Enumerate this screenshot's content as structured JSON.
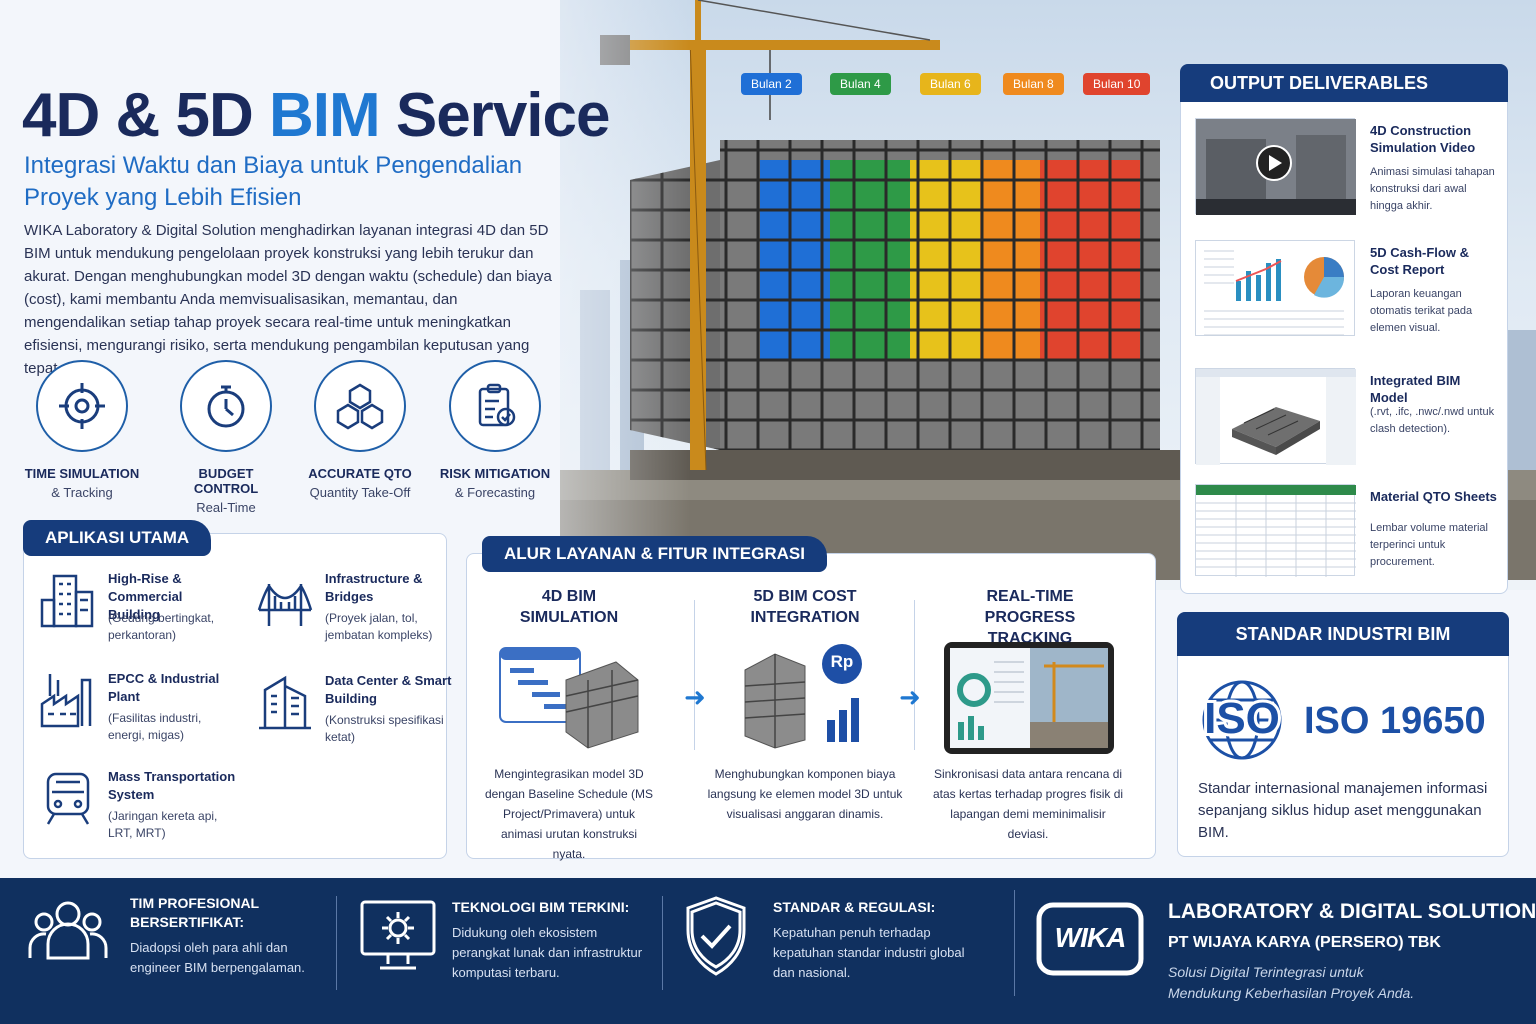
{
  "title": {
    "part1": "4D & 5D ",
    "accent": "BIM",
    "part2": " Service"
  },
  "subtitle": "Integrasi Waktu dan Biaya untuk Pengendalian Proyek yang Lebih Efisien",
  "intro": "WIKA Laboratory & Digital Solution menghadirkan layanan integrasi 4D dan 5D BIM untuk mendukung pengelolaan proyek konstruksi yang lebih terukur dan akurat. Dengan menghubungkan model 3D dengan waktu (schedule) dan biaya (cost), kami membantu Anda memvisualisasikan, memantau, dan mengendalikan setiap tahap proyek secara real-time untuk meningkatkan efisiensi, mengurangi risiko, serta mendukung pengambilan keputusan yang tepat.",
  "features": [
    {
      "title": "TIME SIMULATION",
      "sub": "& Tracking",
      "icon": "target-icon"
    },
    {
      "title": "BUDGET CONTROL",
      "sub": "Real-Time",
      "icon": "stopwatch-icon"
    },
    {
      "title": "ACCURATE QTO",
      "sub": "Quantity Take-Off",
      "icon": "cubes-icon"
    },
    {
      "title": "RISK MITIGATION",
      "sub": "& Forecasting",
      "icon": "clipboard-check-icon"
    }
  ],
  "bulan": [
    {
      "label": "Bulan 2",
      "color": "#1f6fd6"
    },
    {
      "label": "Bulan 4",
      "color": "#2e9a47"
    },
    {
      "label": "Bulan 6",
      "color": "#e7b51b"
    },
    {
      "label": "Bulan 8",
      "color": "#ef8a1e"
    },
    {
      "label": "Bulan 10",
      "color": "#e0442e"
    }
  ],
  "aplikasi": {
    "title": "APLIKASI UTAMA",
    "items": [
      {
        "title": "High-Rise & Commercial Building",
        "desc": "(Gedung bertingkat, perkantoran)"
      },
      {
        "title": "Infrastructure & Bridges",
        "desc": "(Proyek jalan, tol, jembatan kompleks)"
      },
      {
        "title": "EPCC & Industrial Plant",
        "desc": "(Fasilitas industri, energi, migas)"
      },
      {
        "title": "Data Center & Smart Building",
        "desc": "(Konstruksi spesifikasi ketat)"
      },
      {
        "title": "Mass Transportation System",
        "desc": "(Jaringan kereta api, LRT, MRT)"
      }
    ]
  },
  "alur": {
    "title": "ALUR LAYANAN & FITUR INTEGRASI",
    "steps": [
      {
        "title": "4D BIM SIMULATION",
        "desc": "Mengintegrasikan model 3D dengan Baseline Schedule (MS Project/Primavera) untuk animasi urutan konstruksi nyata."
      },
      {
        "title": "5D BIM COST INTEGRATION",
        "desc": "Menghubungkan komponen biaya langsung ke elemen model 3D untuk visualisasi anggaran dinamis.",
        "badge": "Rp"
      },
      {
        "title": "REAL-TIME PROGRESS TRACKING",
        "desc": "Sinkronisasi data antara rencana di atas kertas terhadap progres fisik di lapangan demi meminimalisir deviasi."
      }
    ]
  },
  "output": {
    "title": "OUTPUT DELIVERABLES",
    "items": [
      {
        "title": "4D Construction Simulation Video",
        "desc": "Animasi simulasi tahapan konstruksi dari awal hingga akhir."
      },
      {
        "title": "5D Cash-Flow & Cost Report",
        "desc": "Laporan keuangan otomatis terikat pada elemen visual."
      },
      {
        "title": "Integrated BIM Model",
        "desc": "(.rvt, .ifc, .nwc/.nwd untuk clash detection)."
      },
      {
        "title": "Material QTO Sheets",
        "desc": "Lembar volume material terperinci untuk procurement."
      }
    ]
  },
  "standar": {
    "title": "STANDAR INDUSTRI BIM",
    "logo": "ISO",
    "code": "ISO 19650",
    "desc": "Standar internasional manajemen informasi sepanjang siklus hidup aset menggunakan BIM."
  },
  "footer": {
    "cols": [
      {
        "title": "TIM PROFESIONAL BERSERTIFIKAT:",
        "desc": "Diadopsi oleh para ahli dan engineer BIM berpengalaman."
      },
      {
        "title": "TEKNOLOGI BIM TERKINI:",
        "desc": "Didukung oleh ekosistem perangkat lunak dan infrastruktur komputasi terbaru."
      },
      {
        "title": "STANDAR & REGULASI:",
        "desc": "Kepatuhan penuh terhadap kepatuhan standar industri global dan nasional."
      }
    ],
    "brand": {
      "logo": "WIKA",
      "name": "LABORATORY & DIGITAL SOLUTION",
      "company": "PT WIJAYA KARYA (PERSERO) TBK",
      "tagline": "Solusi Digital Terintegrasi untuk Mendukung Keberhasilan Proyek Anda."
    }
  },
  "colors": {
    "navy": "#163c7c",
    "accent": "#1f78d1",
    "footer": "#10305f"
  }
}
